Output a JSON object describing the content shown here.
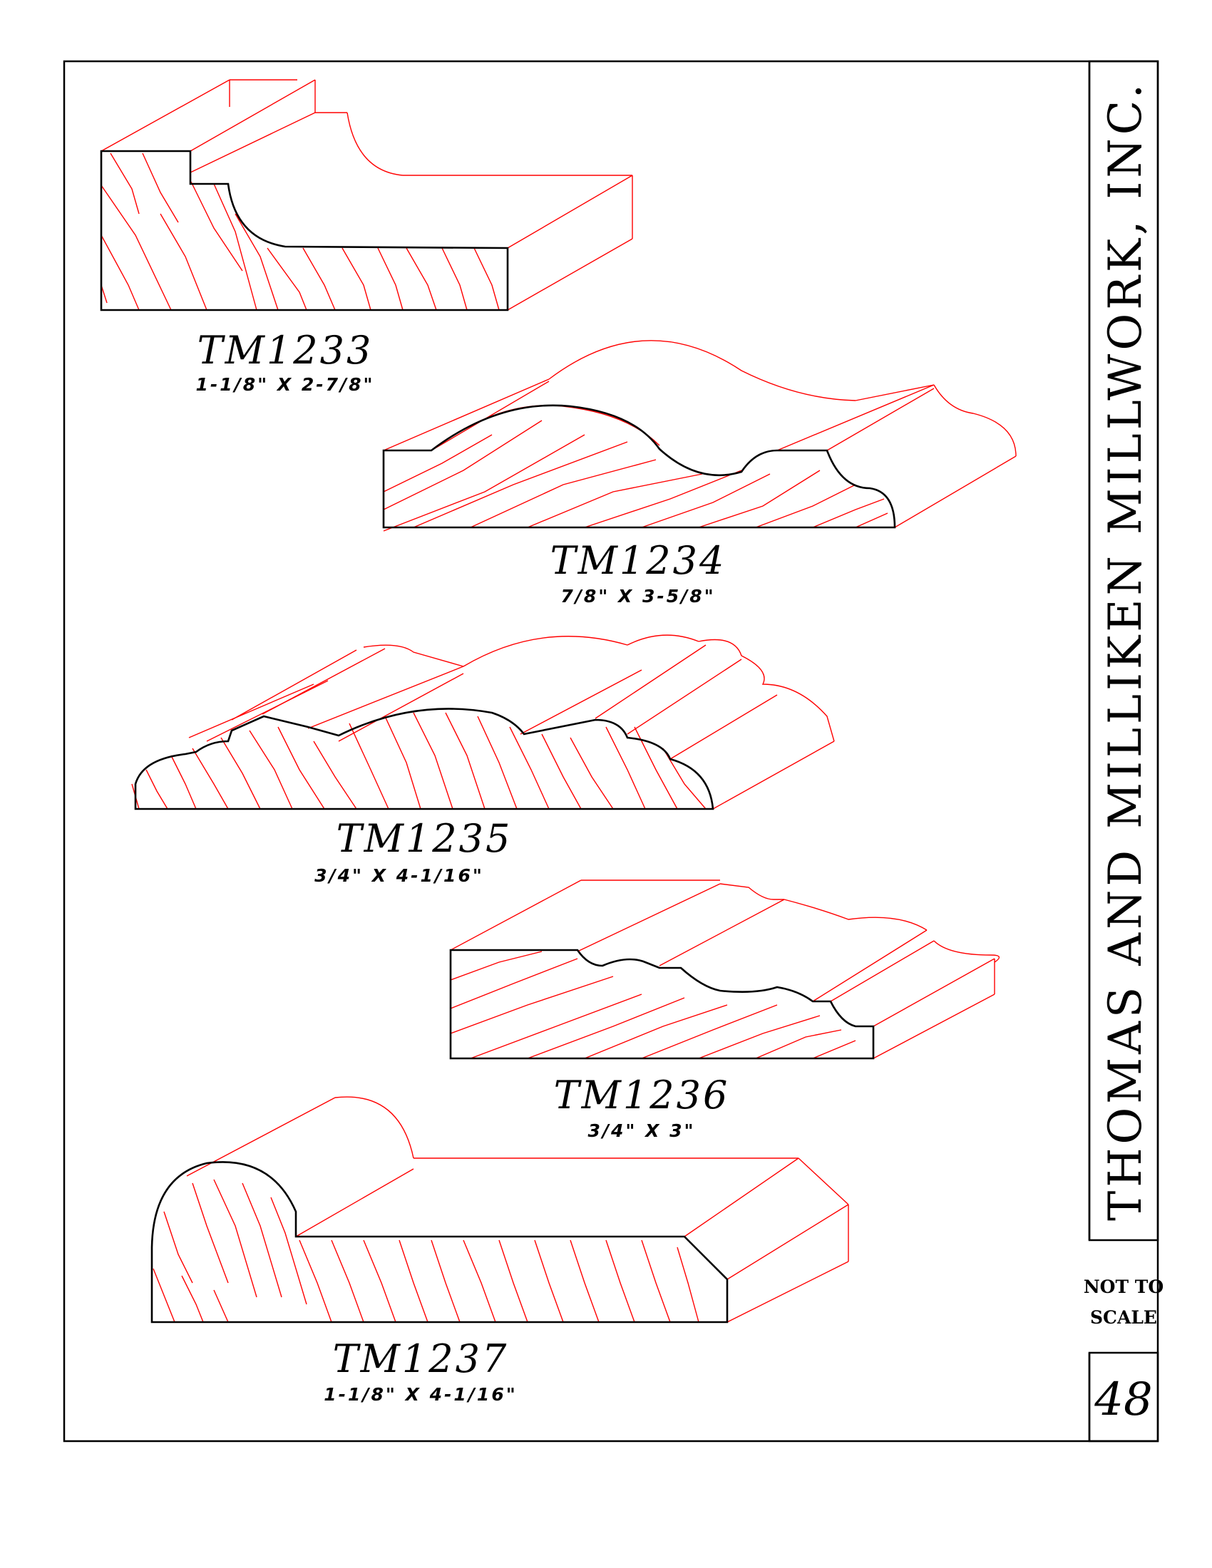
{
  "company_name": "THOMAS AND MILLIKEN MILLWORK, INC.",
  "scale_note": [
    "NOT TO",
    "SCALE"
  ],
  "page_number": "48",
  "profiles": [
    {
      "name": "TM1233",
      "size": "1-1/8\"  X  2-7/8\""
    },
    {
      "name": "TM1234",
      "size": "7/8\"  X  3-5/8\""
    },
    {
      "name": "TM1235",
      "size": "3/4\"  X  4-1/16\""
    },
    {
      "name": "TM1236",
      "size": "3/4\"  X  3\""
    },
    {
      "name": "TM1237",
      "size": "1-1/8\"  X  4-1/16\""
    }
  ],
  "colors": {
    "outline": "#000000",
    "grain": "#ff0000"
  }
}
